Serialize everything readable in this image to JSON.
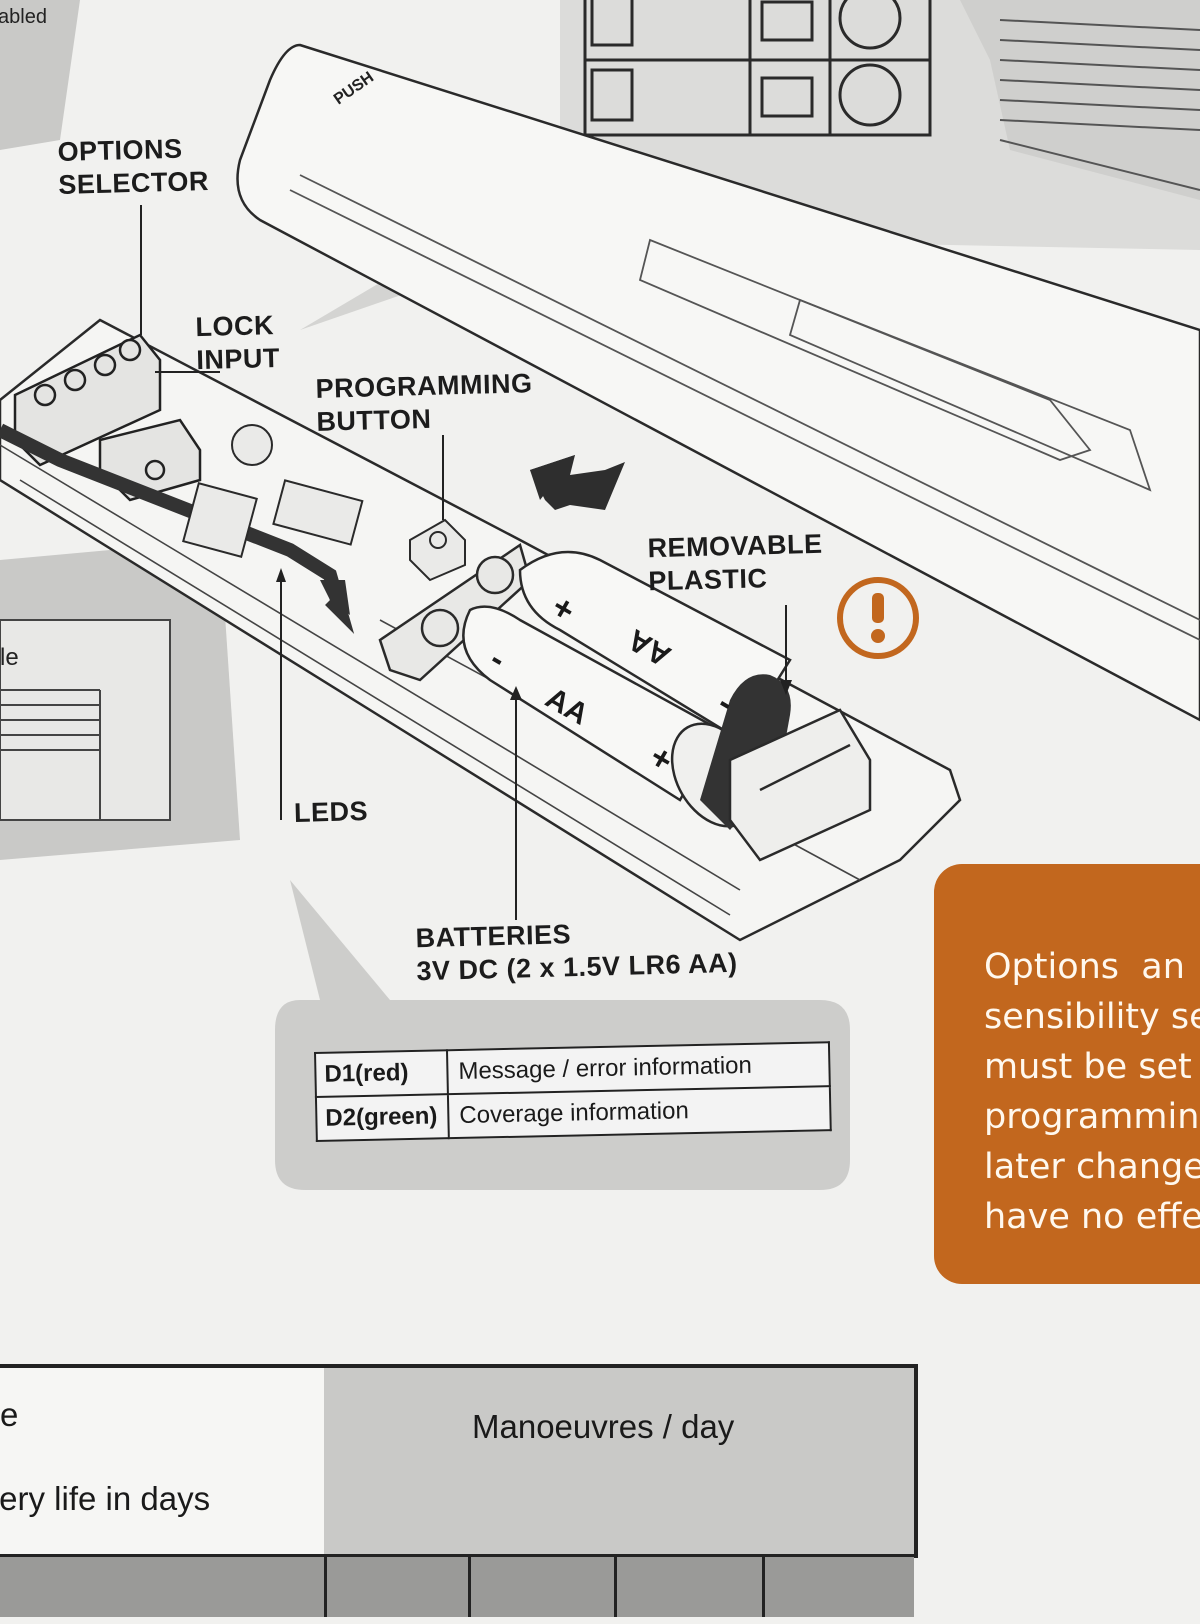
{
  "labels": {
    "options_selector": [
      "OPTIONS",
      "SELECTOR"
    ],
    "lock_input": [
      "LOCK",
      "INPUT"
    ],
    "programming_button": [
      "PROGRAMMING",
      "BUTTON"
    ],
    "removable_plastic": [
      "REMOVABLE",
      "PLASTIC"
    ],
    "leds": "LEDS",
    "batteries": [
      "BATTERIES",
      "3V DC  (2 x 1.5V LR6 AA)"
    ],
    "push": "PUSH",
    "enabled_fragment": "abled",
    "left_fragment": "le"
  },
  "battery_marks": {
    "type": "AA",
    "plus": "+",
    "minus": "-"
  },
  "led_table": [
    {
      "code": "D1(red)",
      "description": "Message / error information"
    },
    {
      "code": "D2(green)",
      "description": "Coverage information"
    }
  ],
  "warning_icon": "exclamation-circle-icon",
  "note": {
    "lines": [
      "Options  an",
      "sensibility se",
      "must be set",
      "programmin",
      "later change",
      "have no effe"
    ],
    "color": "#c2671e"
  },
  "bottom_table": {
    "left_header_fragment": "e",
    "left_subheader_fragment": "tery life in days",
    "right_header": "Manoeuvres / day"
  }
}
